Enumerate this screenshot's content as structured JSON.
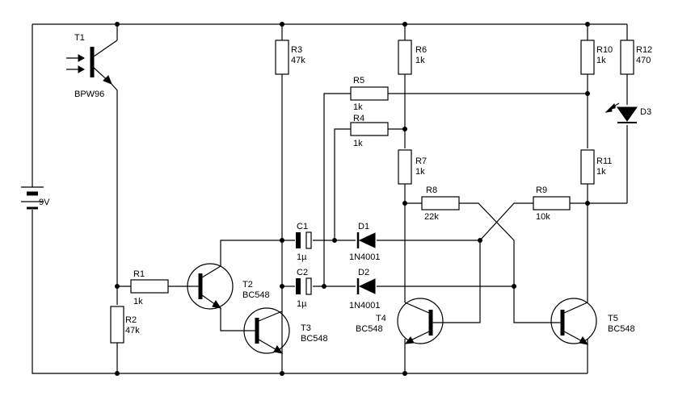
{
  "labels": {
    "T1": "T1",
    "T1_type": "BPW96",
    "T2": "T2",
    "T2_type": "BC548",
    "T3": "T3",
    "T3_type": "BC548",
    "T4": "T4",
    "T4_type": "BC548",
    "T5": "T5",
    "T5_type": "BC548",
    "R1": "R1",
    "R1_val": "1k",
    "R2": "R2",
    "R2_val": "47k",
    "R3": "R3",
    "R3_val": "47k",
    "R4": "R4",
    "R4_val": "1k",
    "R5": "R5",
    "R5_val": "1k",
    "R6": "R6",
    "R6_val": "1k",
    "R7": "R7",
    "R7_val": "1k",
    "R8": "R8",
    "R8_val": "22k",
    "R9": "R9",
    "R9_val": "10k",
    "R10": "R10",
    "R10_val": "1k",
    "R11": "R11",
    "R11_val": "1k",
    "R12": "R12",
    "R12_val": "470",
    "C1": "C1",
    "C1_val": "1µ",
    "C2": "C2",
    "C2_val": "1µ",
    "D1": "D1",
    "D1_type": "1N4001",
    "D2": "D2",
    "D2_type": "1N4001",
    "D3": "D3",
    "battery": "9V"
  },
  "icons": {
    "phototransistor": "phototransistor-icon",
    "transistor": "npn-transistor-icon",
    "resistor": "resistor-icon",
    "capacitor": "capacitor-icon",
    "diode": "diode-icon",
    "led": "led-icon",
    "battery": "battery-icon"
  }
}
